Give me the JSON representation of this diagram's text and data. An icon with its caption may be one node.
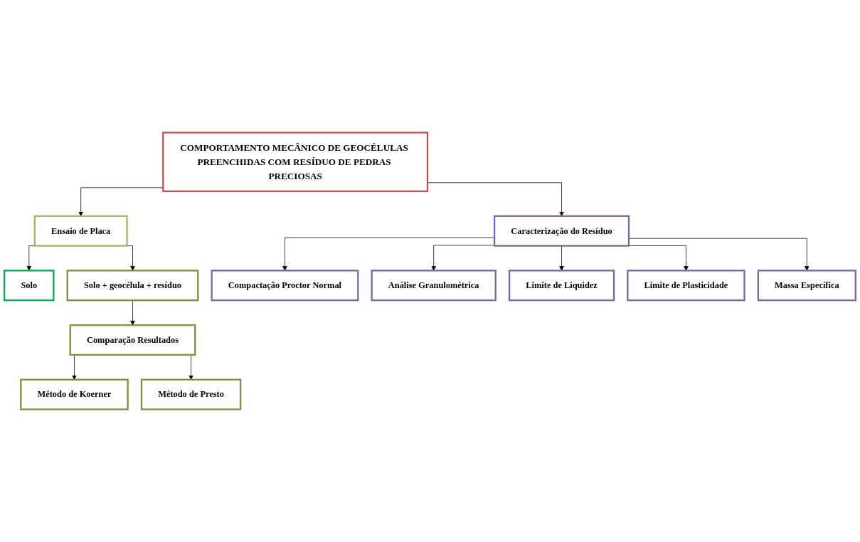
{
  "diagram": {
    "nodes": [
      {
        "text": [
          "COMPORTAMENTO MECÂNICO DE GEOCÉLULAS PREENCHIDAS COM RESÍDUO DE PEDRAS PRECIOSAS"
        ]
      },
      {
        "text": [
          "Caracterização do Resíduo"
        ]
      },
      {
        "text": [
          "Ensaio de Placa"
        ]
      },
      {
        "text": [
          "Solo"
        ]
      },
      {
        "text": [
          "Solo + geocélula + resíduo"
        ]
      },
      {
        "text": [
          "Compactação Proctor Normal"
        ]
      },
      {
        "text": [
          "Análise Granulométrica"
        ]
      },
      {
        "text": [
          "Limite de Liquidez"
        ]
      },
      {
        "text": [
          "Limite de Plasticidade"
        ]
      },
      {
        "text": [
          "Massa Específica"
        ]
      },
      {
        "text": [
          "Comparação Resultados"
        ]
      },
      {
        "text": [
          "Método de Koerner"
        ]
      },
      {
        "text": [
          "Método de Presto"
        ]
      }
    ],
    "edges": [
      {
        "from": 0,
        "to": 1,
        "arrow": "to"
      },
      {
        "from": 0,
        "to": 2,
        "arrow": "to"
      },
      {
        "from": 2,
        "to": 3,
        "arrow": "to"
      },
      {
        "from": 2,
        "to": 4,
        "arrow": "to"
      },
      {
        "from": 1,
        "to": 5,
        "arrow": "to"
      },
      {
        "from": 1,
        "to": 6,
        "arrow": "to"
      },
      {
        "from": 1,
        "to": 7,
        "arrow": "to"
      },
      {
        "from": 1,
        "to": 8,
        "arrow": "to"
      },
      {
        "from": 1,
        "to": 9,
        "arrow": "to"
      },
      {
        "from": 4,
        "to": 10,
        "arrow": "to"
      },
      {
        "from": 10,
        "to": 11,
        "arrow": "to"
      },
      {
        "from": 10,
        "to": 12,
        "arrow": "to"
      }
    ]
  }
}
